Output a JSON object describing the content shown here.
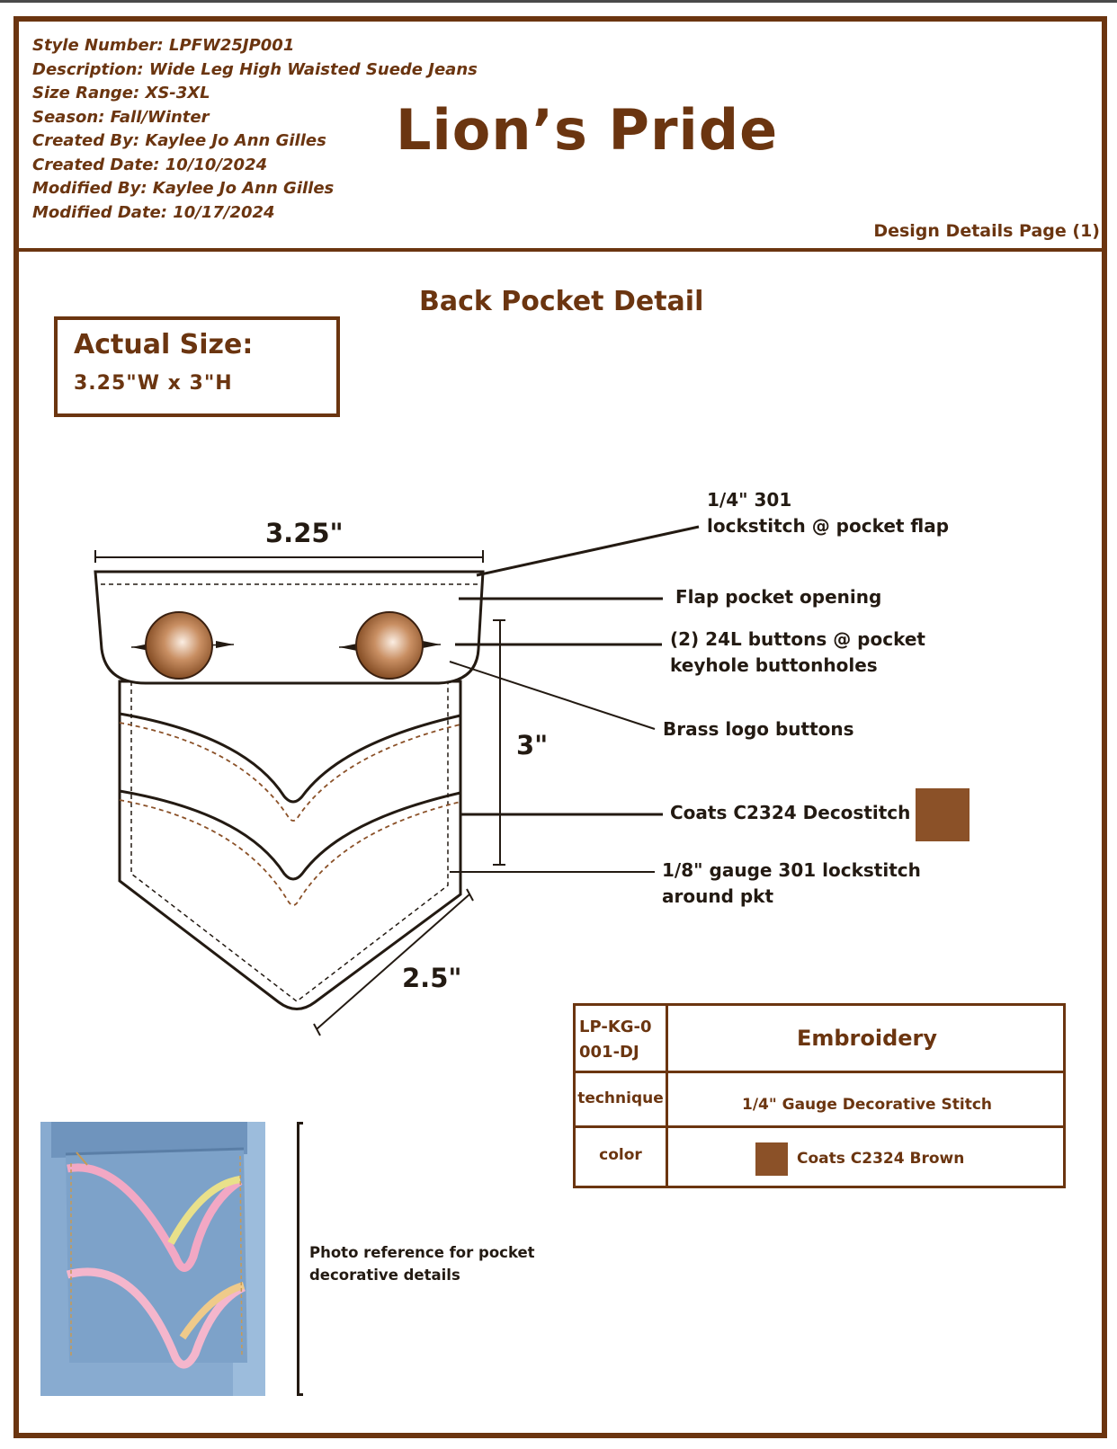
{
  "header": {
    "style_number": "Style Number: LPFW25JP001",
    "description": "Description: Wide Leg High Waisted Suede Jeans",
    "size_range": "Size Range: XS-3XL",
    "season": "Season: Fall/Winter",
    "created_by": "Created By: Kaylee Jo Ann Gilles",
    "created_date": "Created Date: 10/10/2024",
    "modified_by": "Modified By: Kaylee Jo Ann Gilles",
    "modified_date": "Modified Date: 10/17/2024",
    "brand": "Lion’s Pride",
    "page_label": "Design Details Page (1)"
  },
  "section_title": "Back Pocket Detail",
  "actual_size": {
    "title": "Actual Size:",
    "value": "3.25\"W x 3\"H"
  },
  "dimensions": {
    "width": "3.25\"",
    "height": "3\"",
    "point": "2.5\""
  },
  "callouts": {
    "lockstitch_flap_1": "1/4\" 301",
    "lockstitch_flap_2": "lockstitch @ pocket flap",
    "flap_opening": "Flap pocket opening",
    "buttons_1": "(2) 24L buttons @ pocket",
    "buttons_2": "keyhole buttonholes",
    "brass": "Brass logo buttons",
    "decostitch": "Coats C2324 Decostitch",
    "gauge_1": "1/8\" gauge 301 lockstitch",
    "gauge_2": "around pkt"
  },
  "embroidery_table": {
    "code": "LP-KG-0001-DJ",
    "title": "Embroidery",
    "technique_label": "technique",
    "technique_value": "1/4\" Gauge Decorative Stitch",
    "color_label": "color",
    "color_value": "Coats C2324 Brown",
    "swatch_color": "#8b5128"
  },
  "photo_note": {
    "line1": "Photo reference for pocket",
    "line2": "decorative details"
  },
  "colors": {
    "brand_brown": "#6b3510",
    "thread_brown": "#8b5128"
  }
}
